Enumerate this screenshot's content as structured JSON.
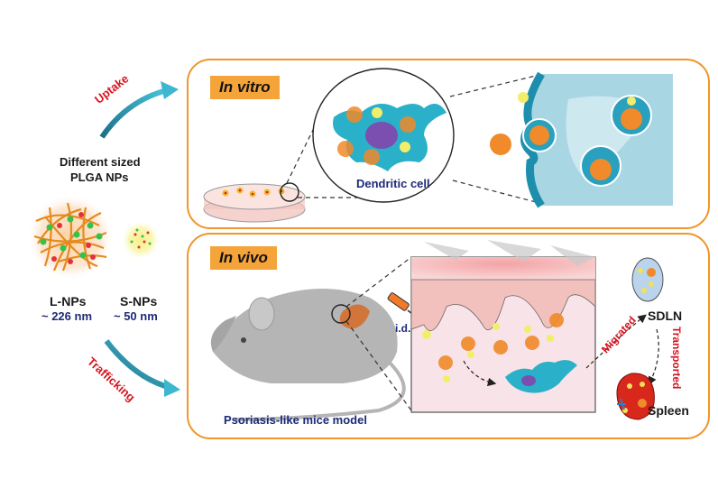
{
  "left": {
    "uptake_label": "Uptake",
    "trafficking_label": "Trafficking",
    "title_line1": "Different sized",
    "title_line2": "PLGA NPs",
    "particles": [
      {
        "name": "L-NPs",
        "size": "~ 226 nm"
      },
      {
        "name": "S-NPs",
        "size": "~ 50 nm"
      }
    ]
  },
  "in_vitro": {
    "tag": "In vitro",
    "cell_label": "Dendritic cell"
  },
  "in_vivo": {
    "tag": "In vivo",
    "mouse_label": "Psoriasis-like mice model",
    "injection_label": "i.d.",
    "sdln_label": "SDLN",
    "spleen_label": "Spleen",
    "migrated_label": "Migrated",
    "transported_label": "Transported"
  },
  "colors": {
    "panel_border": "#f0962a",
    "tag_bg": "#f5a43a",
    "arrow_teal": "#2fa7c0",
    "red_text": "#d8141e",
    "navy_text": "#1c2a78",
    "cell_cyan": "#2ab0c8",
    "nucleus_purple": "#7a4fb0",
    "skin_pink": "#f7dbe0",
    "spleen_red": "#d8281c",
    "lymph_blue": "#b9d4ec"
  }
}
